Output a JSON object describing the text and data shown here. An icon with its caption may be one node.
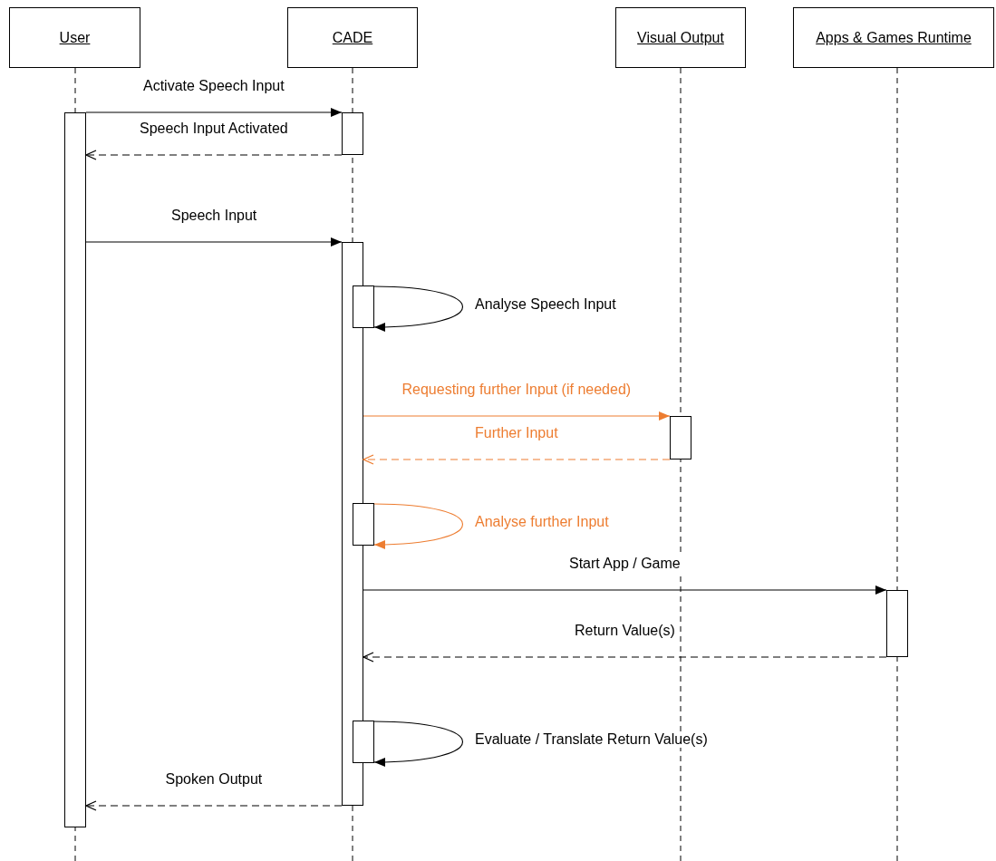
{
  "diagram": {
    "nodes": [
      {
        "text": [
          "User"
        ]
      },
      {
        "text": [
          "CADE"
        ]
      },
      {
        "text": [
          "Visual Output"
        ]
      },
      {
        "text": [
          "Apps & Games Runtime"
        ]
      },
      {
        "text": [],
        "shape": "bar"
      },
      {
        "text": [],
        "shape": "bar"
      },
      {
        "text": [],
        "shape": "bar"
      },
      {
        "text": [],
        "shape": "bar"
      },
      {
        "text": [],
        "shape": "bar"
      },
      {
        "text": [],
        "shape": "bar"
      },
      {
        "text": [],
        "shape": "bar"
      },
      {
        "text": [],
        "shape": "bar"
      }
    ],
    "edges": [
      {
        "from": 4,
        "to": 5,
        "arrow": "to",
        "label": "Activate Speech Input"
      },
      {
        "from": 5,
        "to": 4,
        "arrow": "to",
        "label": "Speech Input Activated",
        "style": "dashed"
      },
      {
        "from": 4,
        "to": 6,
        "arrow": "to",
        "label": "Speech Input"
      },
      {
        "from": 7,
        "to": 7,
        "arrow": "to",
        "label": "Analyse Speech Input"
      },
      {
        "from": 6,
        "to": 8,
        "arrow": "to",
        "label": "Requesting further Input (if needed)",
        "color": "#ed7d31"
      },
      {
        "from": 8,
        "to": 6,
        "arrow": "to",
        "label": "Further Input",
        "style": "dashed",
        "color": "#ed7d31"
      },
      {
        "from": 9,
        "to": 9,
        "arrow": "to",
        "label": "Analyse further Input",
        "color": "#ed7d31"
      },
      {
        "from": 6,
        "to": 10,
        "arrow": "to",
        "label": "Start App / Game"
      },
      {
        "from": 10,
        "to": 6,
        "arrow": "to",
        "label": "Return Value(s)",
        "style": "dashed"
      },
      {
        "from": 11,
        "to": 11,
        "arrow": "to",
        "label": "Evaluate / Translate Return Value(s)"
      },
      {
        "from": 6,
        "to": 4,
        "arrow": "to",
        "label": "Spoken Output",
        "style": "dashed"
      }
    ]
  }
}
